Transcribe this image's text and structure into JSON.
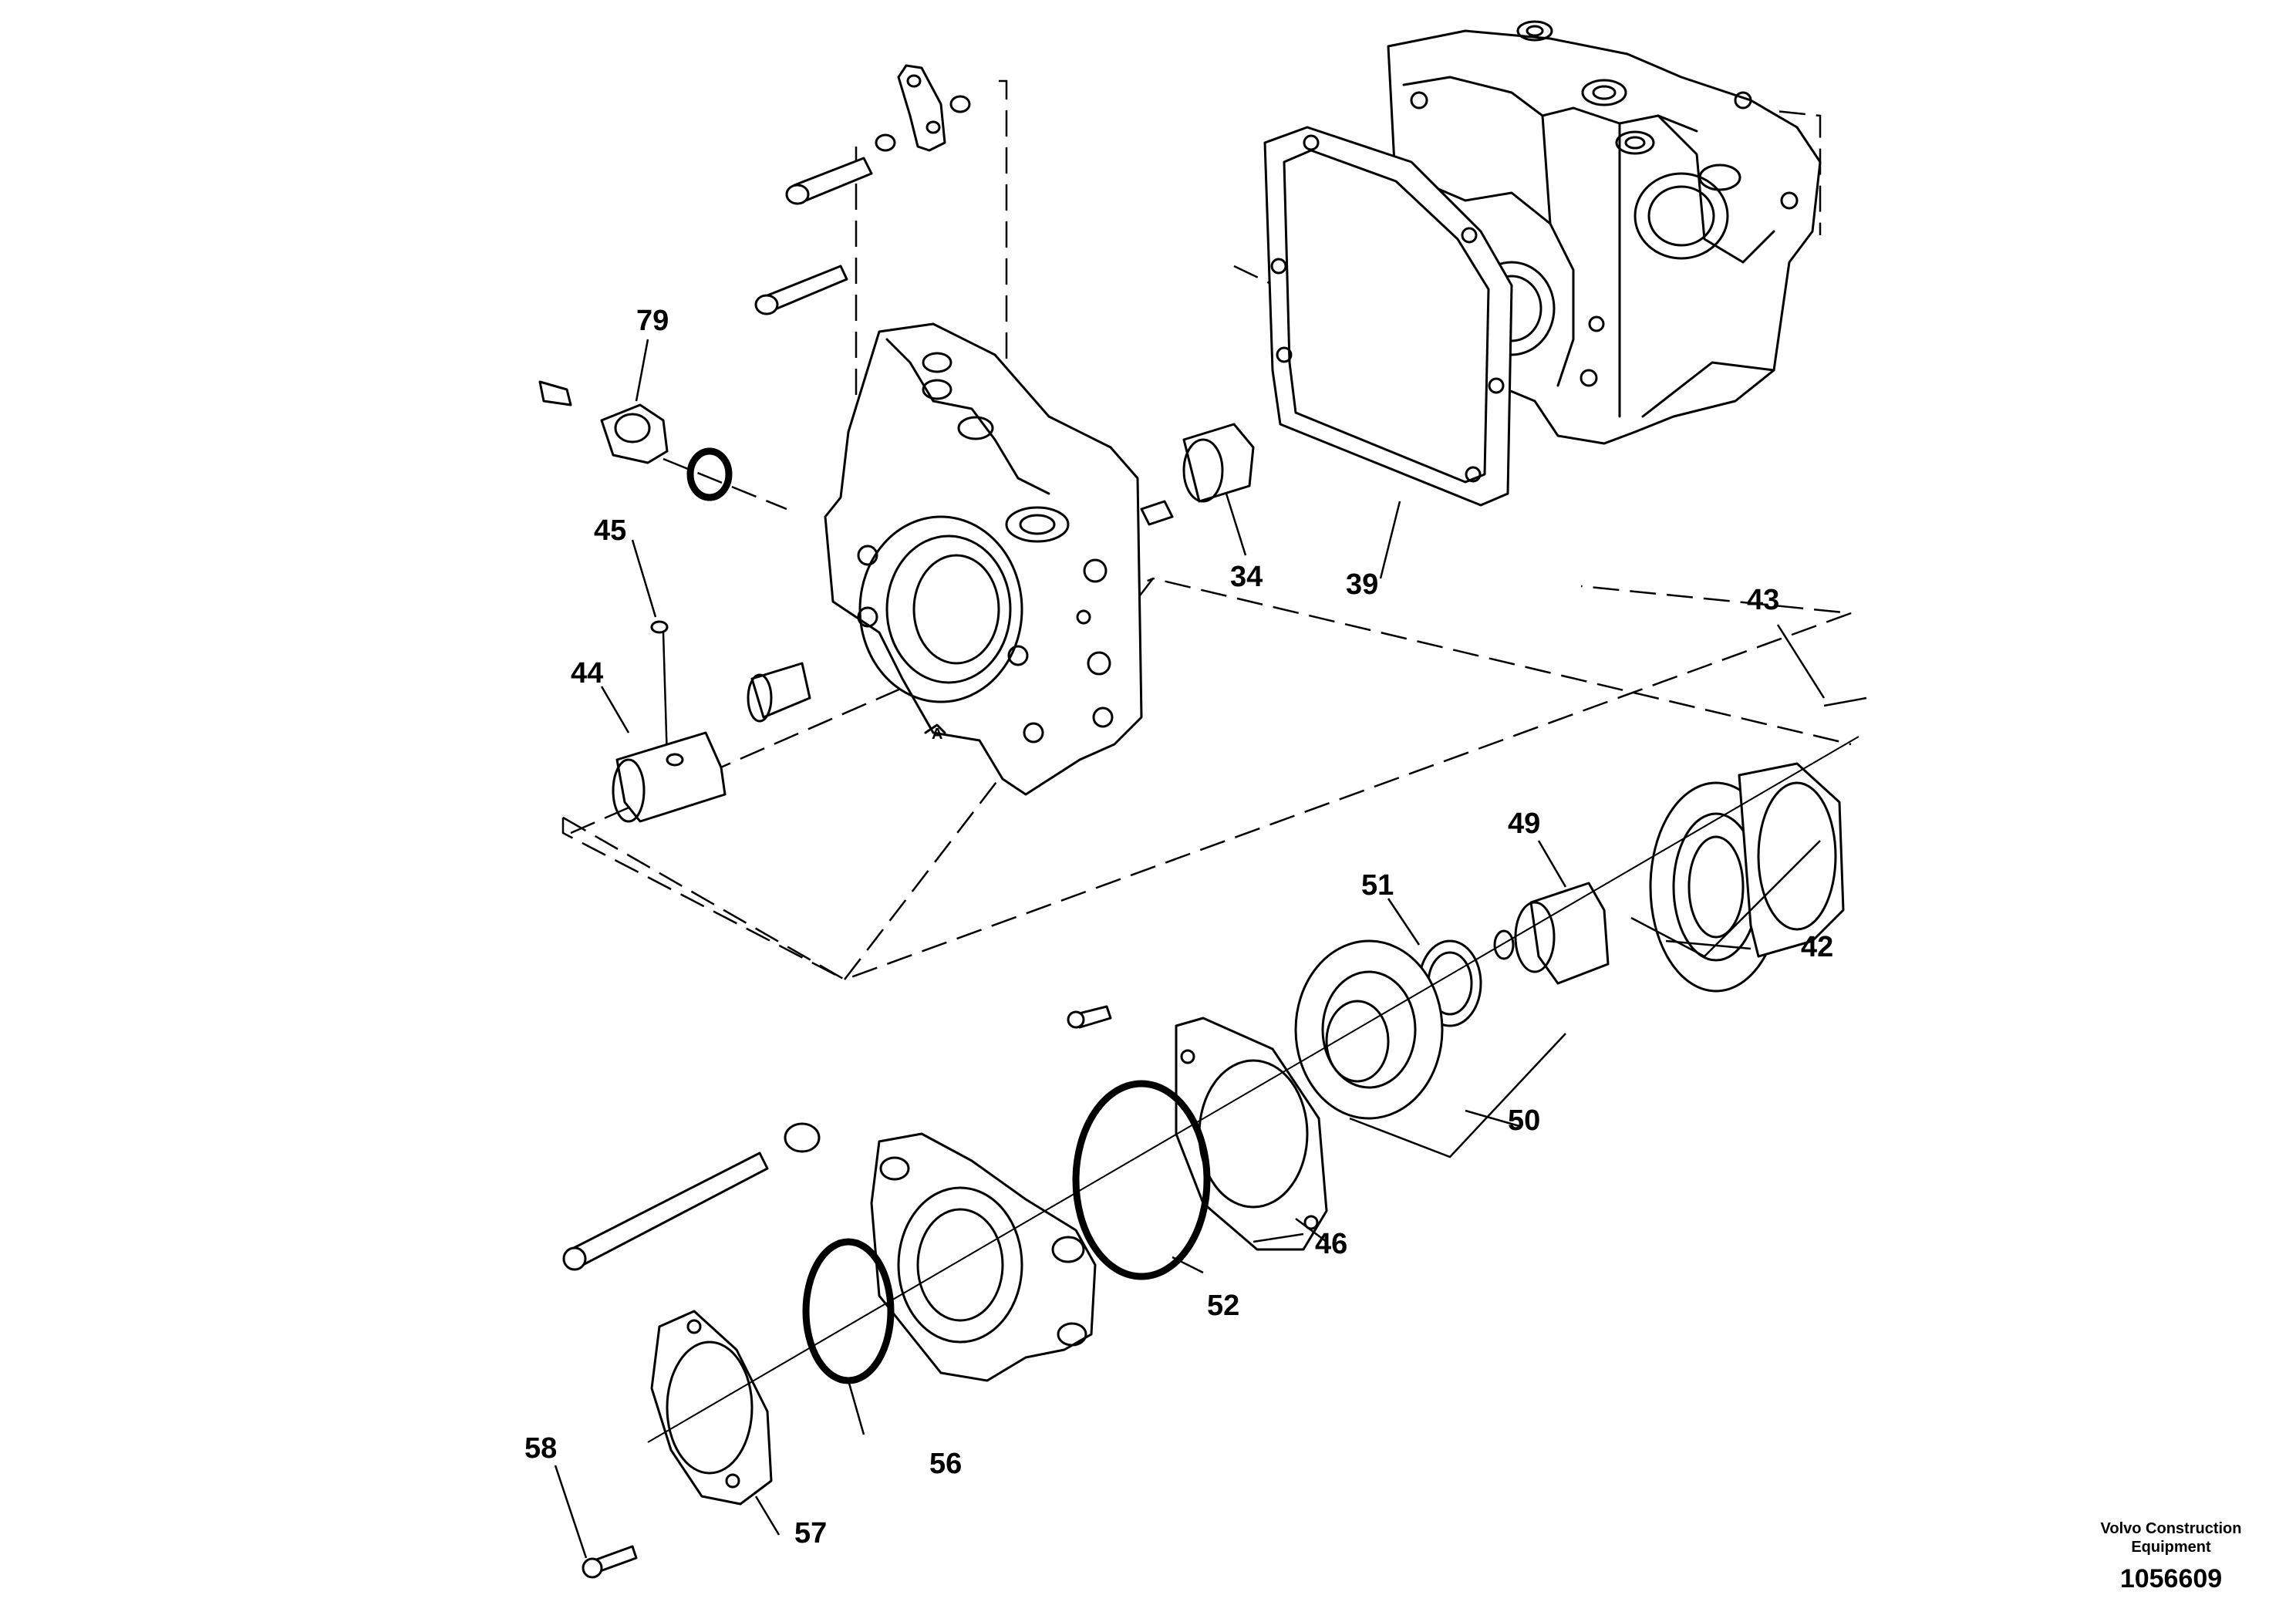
{
  "diagram": {
    "part_labels": {
      "p79": "79",
      "p45": "45",
      "p44": "44",
      "p34": "34",
      "p39": "39",
      "p43": "43",
      "p42": "42",
      "p49": "49",
      "p51": "51",
      "p50": "50",
      "p46": "46",
      "p52": "52",
      "p56": "56",
      "p57": "57",
      "p58": "58"
    },
    "credit": {
      "line1": "Volvo Construction",
      "line2": "Equipment",
      "drawing_number": "1056609"
    }
  }
}
